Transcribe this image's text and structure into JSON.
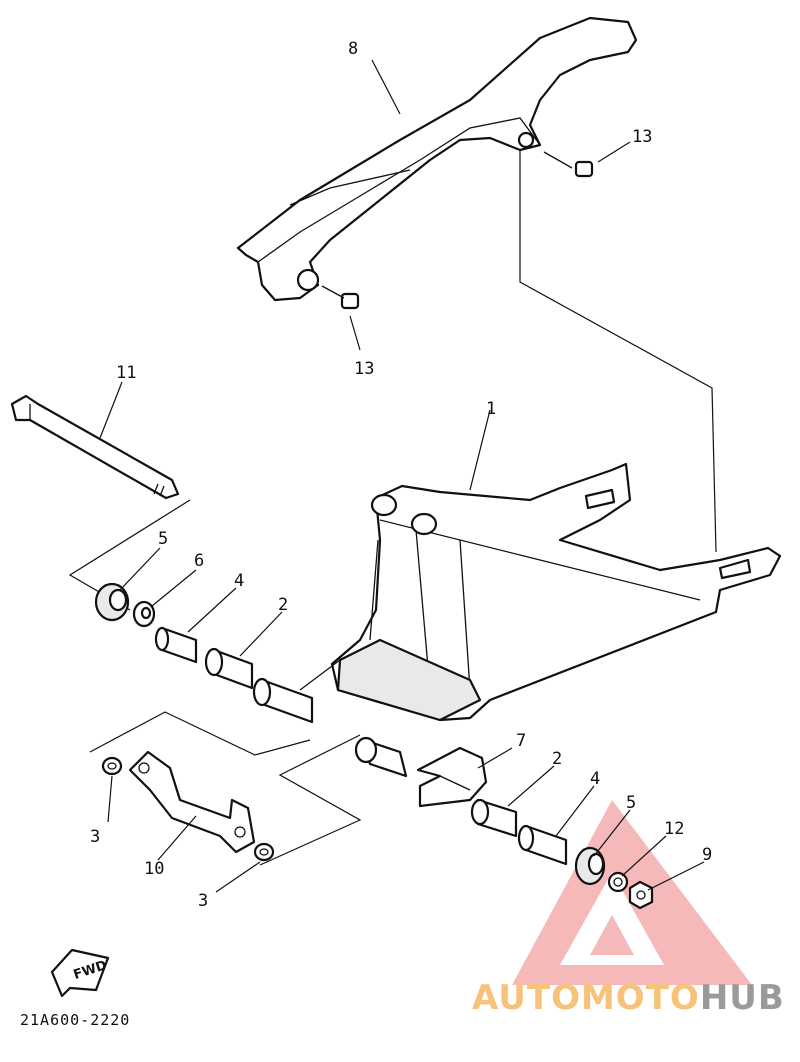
{
  "diagram": {
    "reference_code": "21A600-2220",
    "direction_label": "FWD",
    "callouts": [
      {
        "id": "swingarm",
        "label": "1"
      },
      {
        "id": "bushing-outer-left",
        "label": "2"
      },
      {
        "id": "bushing-outer-right",
        "label": "2"
      },
      {
        "id": "washer-left",
        "label": "3"
      },
      {
        "id": "washer-right",
        "label": "3"
      },
      {
        "id": "collar-left",
        "label": "4"
      },
      {
        "id": "collar-right",
        "label": "4"
      },
      {
        "id": "oil-seal-left",
        "label": "5"
      },
      {
        "id": "oil-seal-right",
        "label": "5"
      },
      {
        "id": "thrust-washer",
        "label": "6"
      },
      {
        "id": "chain-guide",
        "label": "7"
      },
      {
        "id": "brace",
        "label": "8"
      },
      {
        "id": "pivot-shaft",
        "label": "9"
      },
      {
        "id": "nut",
        "label": "10"
      },
      {
        "id": "lock-washer",
        "label": "11"
      },
      {
        "id": "chain-case",
        "label": "12"
      },
      {
        "id": "bolt-upper",
        "label": "13"
      },
      {
        "id": "bolt-lower",
        "label": "13"
      }
    ]
  },
  "watermark": {
    "brand_part1": "AUTOMOTO",
    "brand_part2": "HUB",
    "color_primary": "#f08080",
    "color_text": "#f7c27a"
  },
  "colors": {
    "line": "#111111",
    "background": "#ffffff"
  }
}
